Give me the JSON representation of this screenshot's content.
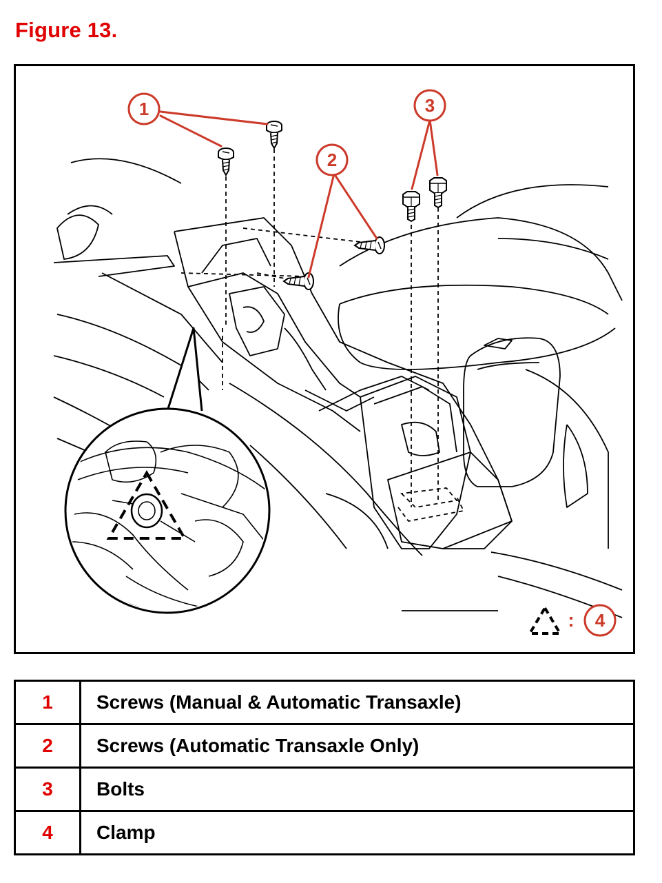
{
  "title": "Figure 13.",
  "diagram": {
    "callouts": [
      "1",
      "2",
      "3",
      "4"
    ],
    "key_separator": ":",
    "icons": {
      "clamp": "dashed-triangle-icon"
    },
    "colors": {
      "callout": "#cc3a2a",
      "title": "#e00000",
      "line": "#000000"
    }
  },
  "legend": [
    {
      "num": "1",
      "desc": "Screws (Manual & Automatic Transaxle)"
    },
    {
      "num": "2",
      "desc": "Screws (Automatic Transaxle Only)"
    },
    {
      "num": "3",
      "desc": "Bolts"
    },
    {
      "num": "4",
      "desc": "Clamp"
    }
  ]
}
